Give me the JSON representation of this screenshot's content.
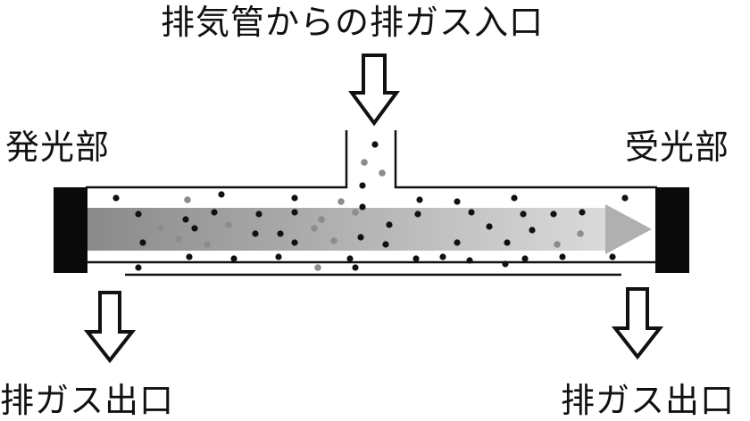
{
  "labels": {
    "inlet": "排気管からの排ガス入口",
    "emitter": "発光部",
    "receiver": "受光部",
    "outlet_left": "排ガス出口",
    "outlet_right": "排ガス出口"
  },
  "colors": {
    "ink": "#111111",
    "block": "#0a0a0a",
    "beam_start": "#8a8a8a",
    "beam_end": "#d8d8d8",
    "particle_dark": "#111111",
    "particle_gray": "#8c8c8c"
  },
  "icons": {
    "arrow": "hollow-down-arrow"
  }
}
